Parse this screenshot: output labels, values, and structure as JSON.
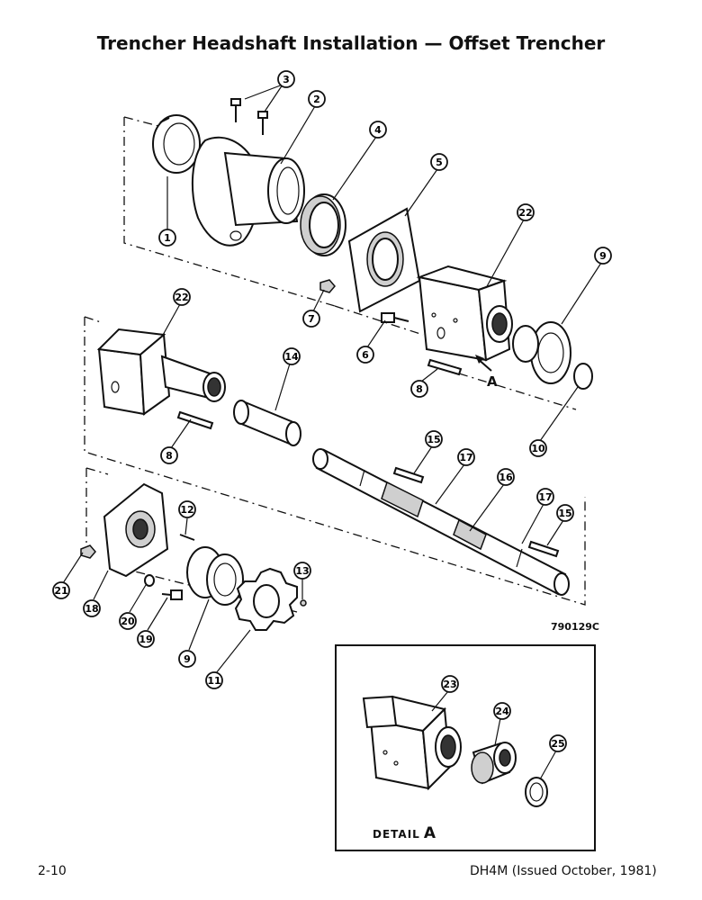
{
  "title": "Trencher Headshaft Installation — Offset Trencher",
  "figure_number": "790129C",
  "page_number": "2-10",
  "document_ref": "DH4M (Issued October, 1981)",
  "detail": {
    "label": "DETAIL",
    "letter": "A"
  },
  "view_arrow_label": "A",
  "callouts": [
    "1",
    "2",
    "3",
    "4",
    "5",
    "6",
    "7",
    "8",
    "9",
    "10",
    "11",
    "12",
    "13",
    "14",
    "15",
    "16",
    "17",
    "18",
    "19",
    "20",
    "21",
    "22",
    "23",
    "24",
    "25"
  ]
}
